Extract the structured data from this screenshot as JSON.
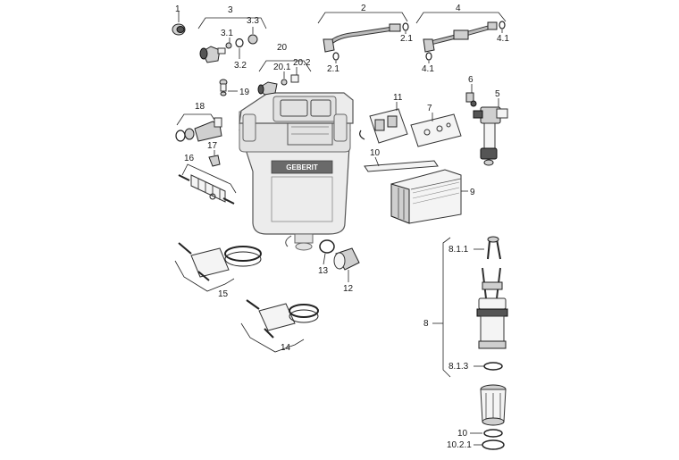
{
  "labels": {
    "l1": "1",
    "l3": "3",
    "l3_1": "3.1",
    "l3_2": "3.2",
    "l3_3": "3.3",
    "l2": "2",
    "l2_1a": "2.1",
    "l2_1b": "2.1",
    "l4": "4",
    "l4_1a": "4.1",
    "l4_1b": "4.1",
    "l20": "20",
    "l20_1": "20.1",
    "l20_2": "20.2",
    "l19": "19",
    "l18": "18",
    "l17": "17",
    "l16": "16",
    "l11": "11",
    "l7": "7",
    "l6": "6",
    "l5": "5",
    "l10a": "10",
    "l9": "9",
    "l13": "13",
    "l12": "12",
    "l15": "15",
    "l14": "14",
    "l8_1_1": "8.1.1",
    "l8": "8",
    "l8_1_3": "8.1.3",
    "l10b": "10",
    "l10_2_1": "10.2.1"
  },
  "brand_logo": "GEBERIT",
  "colors": {
    "line": "#222222",
    "part_fill": "#f4f4f4",
    "tank_fill": "#ececec"
  }
}
